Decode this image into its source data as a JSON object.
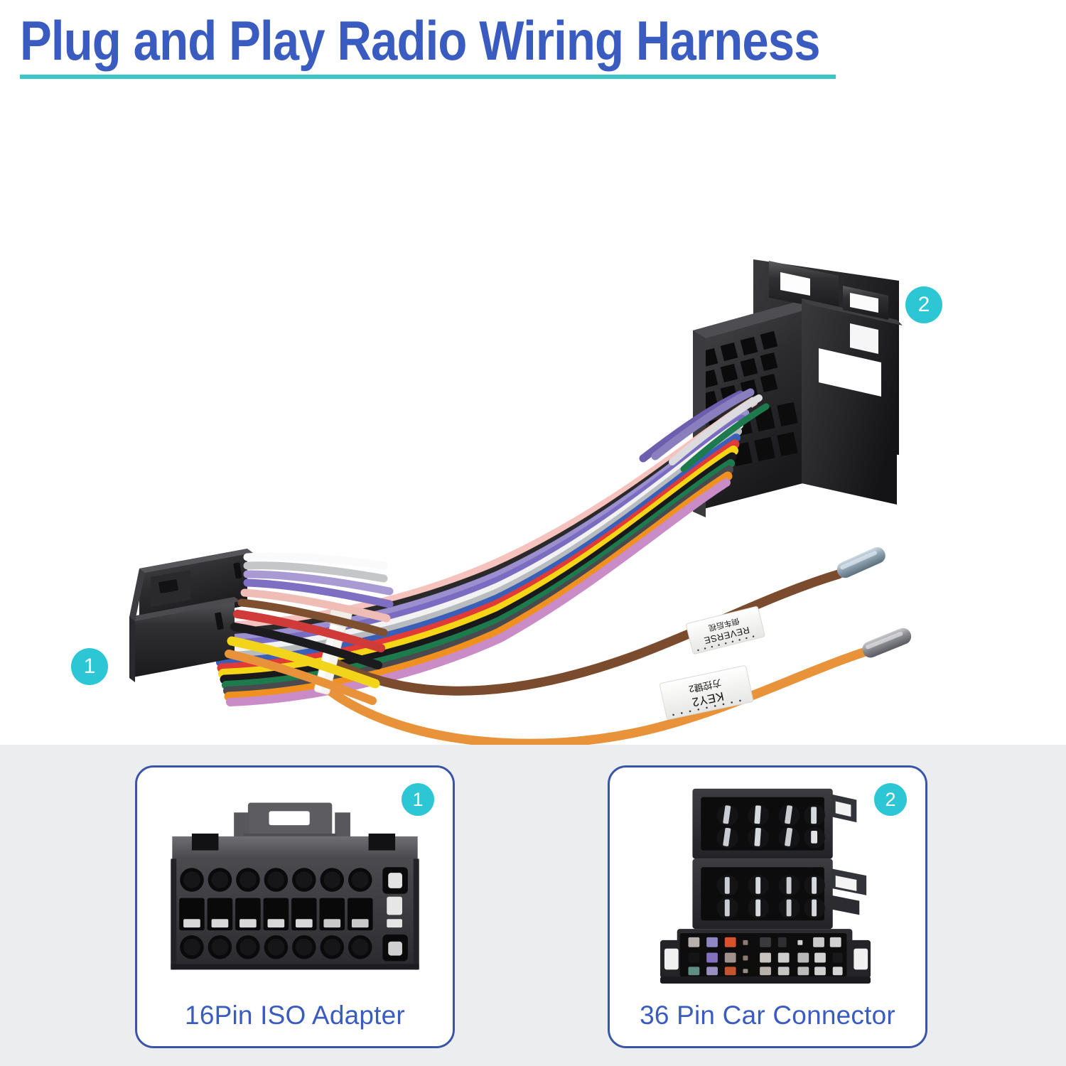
{
  "header": {
    "title": "Plug and Play Radio Wiring Harness",
    "title_color": "#3a5cc0",
    "underline_color": "#3ac5c8"
  },
  "hero": {
    "background": "#ffffff",
    "callouts": [
      {
        "id": "1",
        "label": "1",
        "target": "16Pin ISO Adapter connector",
        "color": "#2dc6d4"
      },
      {
        "id": "2",
        "label": "2",
        "target": "36 Pin Car Connector",
        "color": "#2dc6d4"
      }
    ],
    "wire_labels": [
      {
        "text": "REVERSE",
        "sub": "倒车后视",
        "wire": "brown"
      },
      {
        "text": "KEY2",
        "sub": "方控键2",
        "wire": "orange"
      }
    ],
    "wire_colors": [
      "#f3b8b4",
      "#8a7fbe",
      "#6d5fae",
      "#ffffff",
      "#c6c6c6",
      "#3a5fb8",
      "#1f1f1f",
      "#e02b2b",
      "#f5d715",
      "#1f7a4a",
      "#f08a28",
      "#7a4a2a",
      "#c9a0cc",
      "#111111"
    ],
    "zip_tie_color": "#f2f1ec",
    "terminal_color": "#9aa6b0",
    "connector_color": "#2a2a2c"
  },
  "bottom": {
    "background": "#ecedef",
    "cards": [
      {
        "badge": "1",
        "caption": "16Pin ISO Adapter",
        "caption_color": "#3a5cc0",
        "border_color": "#3a55a8",
        "badge_color": "#2dc6d4",
        "body_color": "#3a3a3d"
      },
      {
        "badge": "2",
        "caption": "36 Pin Car Connector",
        "caption_color": "#3a5cc0",
        "border_color": "#3a55a8",
        "badge_color": "#2dc6d4",
        "body_color": "#2e2e31"
      }
    ]
  }
}
